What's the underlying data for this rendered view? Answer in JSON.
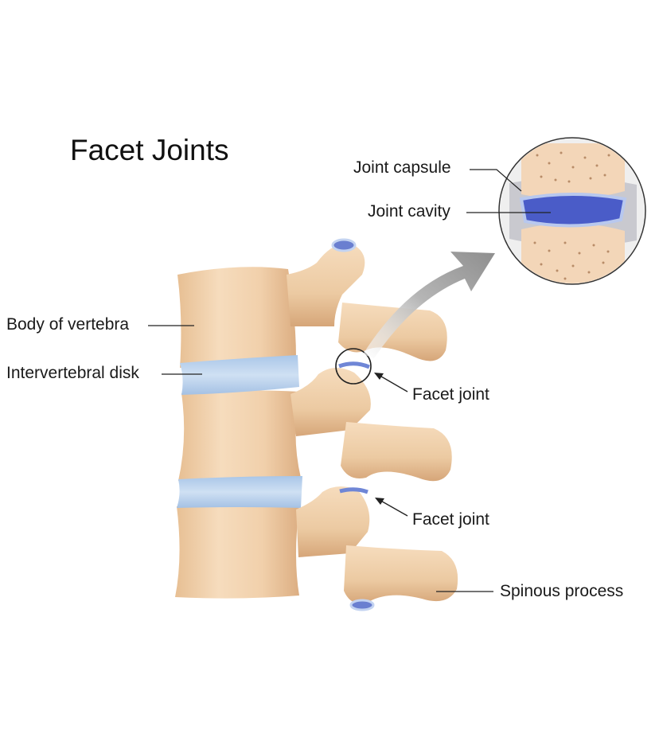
{
  "title": "Facet Joints",
  "labels": {
    "body_of_vertebra": "Body of vertebra",
    "intervertebral_disk": "Intervertebral disk",
    "facet_joint_upper": "Facet joint",
    "facet_joint_lower": "Facet joint",
    "spinous_process": "Spinous process",
    "joint_capsule": "Joint capsule",
    "joint_cavity": "Joint cavity"
  },
  "colors": {
    "bone": "#f1d2ae",
    "bone_shade": "#dcae82",
    "disk": "#b9d3ee",
    "cavity": "#4a5cc8",
    "capsule": "#c8c8d0",
    "arrow": "#9a9a9a"
  }
}
